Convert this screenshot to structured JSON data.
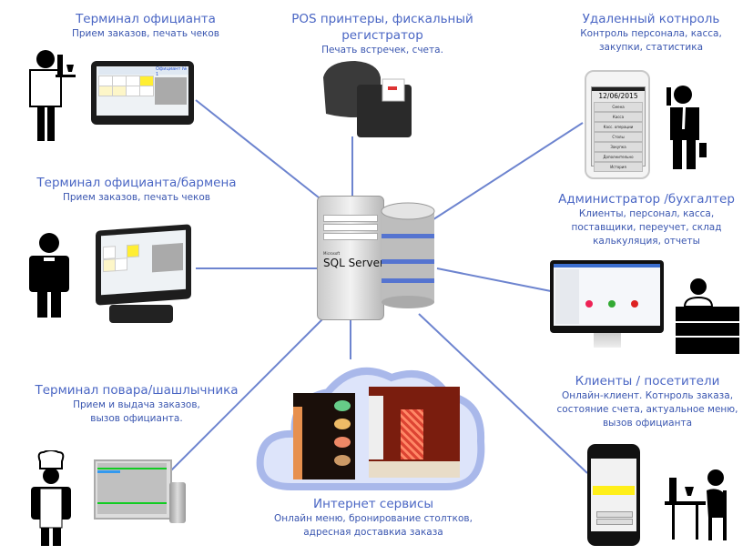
{
  "nodes": {
    "waiter_terminal": {
      "title": "Терминал официанта",
      "subtitle": [
        "Прием заказов, печать чеков"
      ],
      "screen_label": "Официант № 1"
    },
    "pos_printers": {
      "title": "POS принтеры, фискальный регистратор",
      "subtitle": [
        "Печать встречек, счета."
      ]
    },
    "remote_control": {
      "title": "Удаленный котнроль",
      "subtitle": [
        "Контроль персонала, касса,",
        "закупки, статистика"
      ],
      "phone": {
        "date": "12/06/2015",
        "menu": [
          "Смена",
          "Касса",
          "Касс. операции",
          "Столы",
          "Закупка",
          "Дополнительно",
          "История"
        ]
      }
    },
    "waiter_bartender_terminal": {
      "title": "Терминал официанта/бармена",
      "subtitle": [
        "Прием заказов, печать чеков"
      ]
    },
    "admin": {
      "title": "Администратор /бухгалтер",
      "subtitle": [
        "Клиенты, персонал, касса,",
        "поставщики, переучет, склад",
        "калькуляция, отчеты"
      ]
    },
    "server": {
      "brand": "Microsoft",
      "product": "SQL Server"
    },
    "cook_terminal": {
      "title": "Терминал повара/шашлычника",
      "subtitle": [
        "Прием и выдача заказов,",
        "вызов официанта."
      ]
    },
    "internet": {
      "title": "Интернет сервисы",
      "subtitle": [
        "Онлайн меню, бронирование столтков,",
        "адресная доставкиа заказа"
      ]
    },
    "clients": {
      "title": "Клиенты / посетители",
      "subtitle": [
        "Онлайн-клиент. Котнроль заказа,",
        "состояние счета, актуальное  меню,",
        "вызов официанта"
      ]
    }
  },
  "colors": {
    "accent": "#4a66c4",
    "line": "#6d84cf",
    "cloud": "#a9b8ea",
    "cloud_fill": "#dde4fa"
  }
}
